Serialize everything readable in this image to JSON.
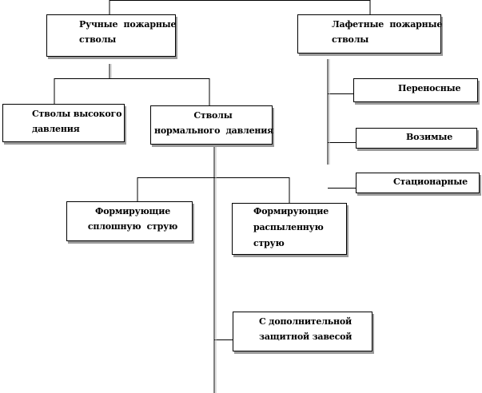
{
  "boxes": {
    "manual": "Ручные  пожарные\nстволы",
    "monitor": "Лафетные  пожарные\nстволы",
    "high_pressure": "Стволы высокого\nдавления",
    "normal_pressure": "Стволы\nнормального  давления",
    "portable": "Переносные",
    "mobile": "Возимые",
    "stationary": "Стационарные",
    "solid_jet": "Формирующие\nсплошную  струю",
    "spray_jet": "Формирующие\nраспыленную\nструю",
    "protective_curtain": "С дополнительной\nзащитной завесой"
  }
}
